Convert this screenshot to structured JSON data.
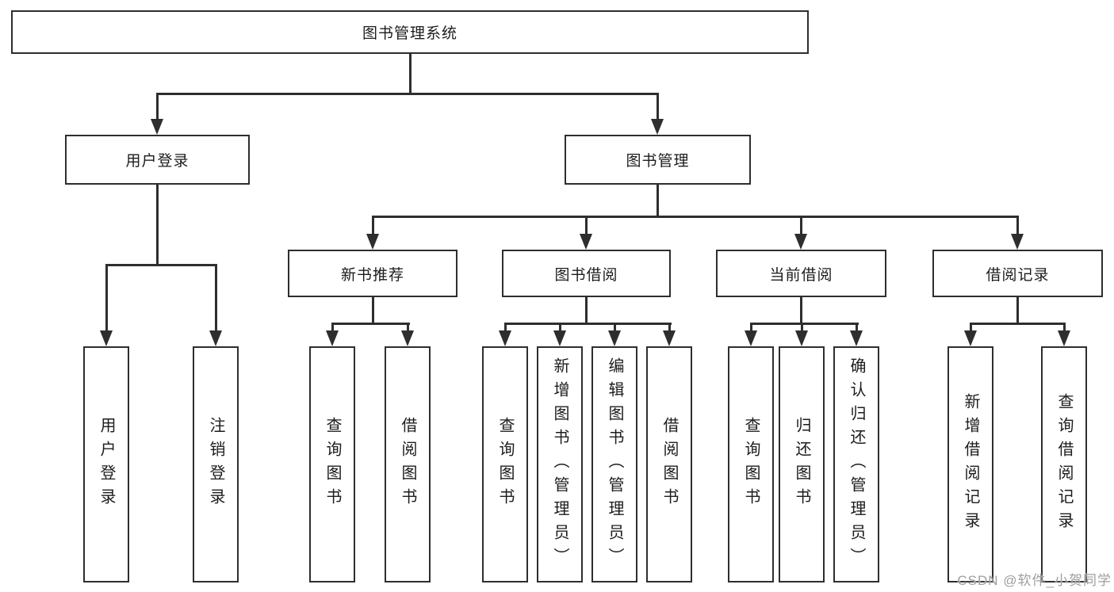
{
  "tree": {
    "label": "图书管理系统",
    "children": [
      {
        "label": "用户登录",
        "children": [
          {
            "label": "用户登录"
          },
          {
            "label": "注销登录"
          }
        ]
      },
      {
        "label": "图书管理",
        "children": [
          {
            "label": "新书推荐",
            "children": [
              {
                "label": "查询图书"
              },
              {
                "label": "借阅图书"
              }
            ]
          },
          {
            "label": "图书借阅",
            "children": [
              {
                "label": "查询图书"
              },
              {
                "label": "新增图书（管理员）"
              },
              {
                "label": "编辑图书（管理员）"
              },
              {
                "label": "借阅图书"
              }
            ]
          },
          {
            "label": "当前借阅",
            "children": [
              {
                "label": "查询图书"
              },
              {
                "label": "归还图书"
              },
              {
                "label": "确认归还（管理员）"
              }
            ]
          },
          {
            "label": "借阅记录",
            "children": [
              {
                "label": "新增借阅记录"
              },
              {
                "label": "查询借阅记录"
              }
            ]
          }
        ]
      }
    ]
  },
  "watermark": {
    "text": "CSDN @软件_小贺同学"
  },
  "colors": {
    "line": "#2e2e2e",
    "text": "#1c1c1c",
    "watermark": "#9e9e9e",
    "background": "#ffffff"
  }
}
